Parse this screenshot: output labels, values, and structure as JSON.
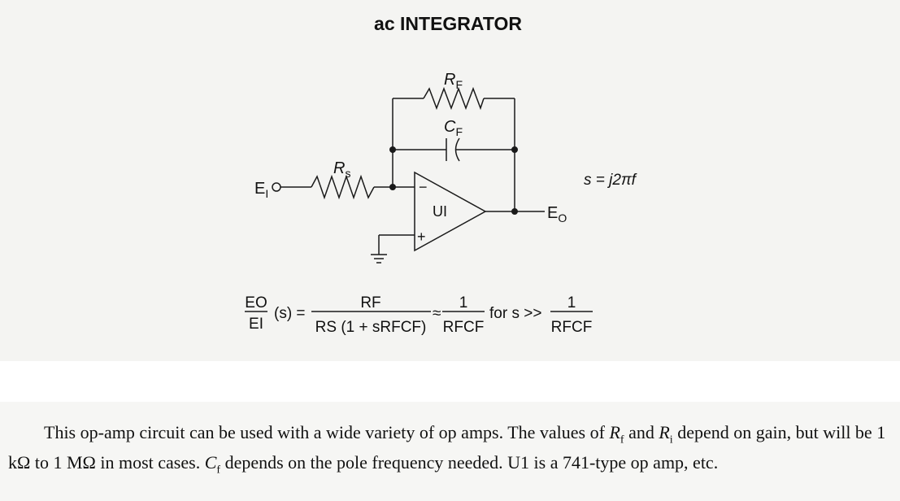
{
  "title": "ac INTEGRATOR",
  "labels": {
    "rf": {
      "main": "R",
      "sub": "F"
    },
    "cf": {
      "main": "C",
      "sub": "F"
    },
    "rs": {
      "main": "R",
      "sub": "s"
    },
    "ei": {
      "main": "E",
      "sub": "I"
    },
    "eo": {
      "main": "E",
      "sub": "O"
    },
    "ui": "UI",
    "minus": "−",
    "plus": "+",
    "s_def": "s = j2πf"
  },
  "formula": {
    "lhs_num": "EO",
    "lhs_den": "EI",
    "lhs_arg": "(s) =",
    "mid_num": "RF",
    "mid_den": "RS (1 + sRFCF)",
    "approx": "≈",
    "r1_num": "1",
    "r1_den": "RFCF",
    "condition": "for s >>",
    "r2_num": "1",
    "r2_den": "RFCF"
  },
  "caption": {
    "p1": "This op-amp circuit can be used with a wide variety of op amps. The values of ",
    "rf_var": "R",
    "rf_sub": "f",
    "p2": " and ",
    "ri_var": "R",
    "ri_sub": "i",
    "p3": " depend on gain, but will be 1 kΩ to 1 MΩ in most cases. ",
    "cf_var": "C",
    "cf_sub": "f",
    "p4": " depends on the pole frequency needed. U1 is a 741-type op amp, etc."
  }
}
